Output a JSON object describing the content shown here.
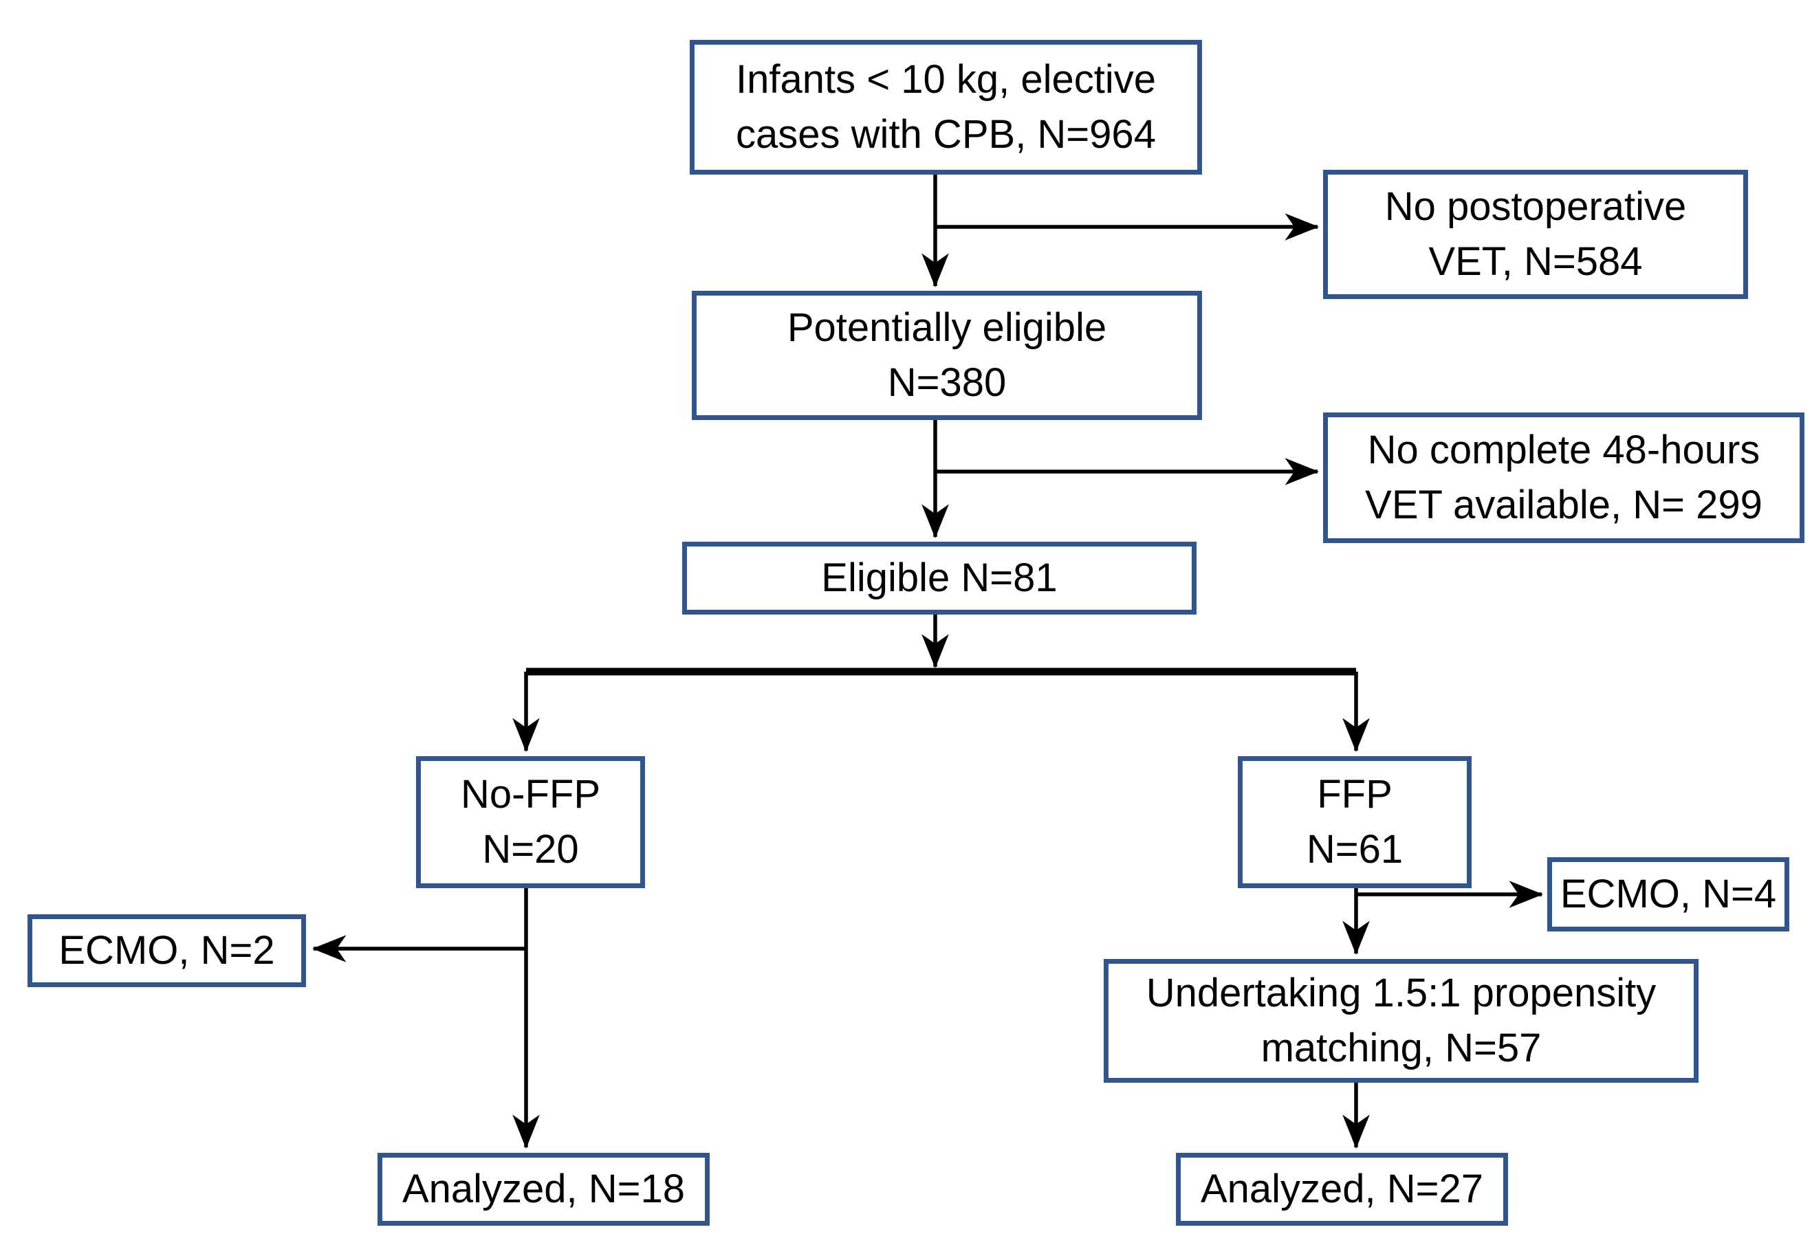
{
  "diagram": {
    "type": "flowchart",
    "description": "Patient selection flow diagram",
    "colors": {
      "box_border": "#31558F",
      "box_fill": "#FFFFFF",
      "arrow": "#000000",
      "text": "#000000",
      "background": "#FFFFFF"
    },
    "nodes": {
      "infants": {
        "line1": "Infants < 10 kg, elective",
        "line2": "cases with CPB, N=964"
      },
      "no_postop_vet": {
        "line1": "No postoperative",
        "line2": "VET, N=584"
      },
      "potentially_eligible": {
        "line1": "Potentially eligible",
        "line2": "N=380"
      },
      "no_complete_vet": {
        "line1": "No complete 48-hours",
        "line2": "VET available, N= 299"
      },
      "eligible": {
        "line1": "Eligible N=81"
      },
      "no_ffp": {
        "line1": "No-FFP",
        "line2": "N=20"
      },
      "ffp": {
        "line1": "FFP",
        "line2": "N=61"
      },
      "ecmo_no_ffp": {
        "line1": "ECMO, N=2"
      },
      "ecmo_ffp": {
        "line1": "ECMO, N=4"
      },
      "propensity": {
        "line1": "Undertaking 1.5:1 propensity",
        "line2": "matching, N=57"
      },
      "analyzed_no_ffp": {
        "line1": "Analyzed, N=18"
      },
      "analyzed_ffp": {
        "line1": "Analyzed, N=27"
      }
    },
    "edges": [
      {
        "from": "infants",
        "to": "no_postop_vet"
      },
      {
        "from": "infants",
        "to": "potentially_eligible"
      },
      {
        "from": "potentially_eligible",
        "to": "no_complete_vet"
      },
      {
        "from": "potentially_eligible",
        "to": "eligible"
      },
      {
        "from": "eligible",
        "to": "no_ffp"
      },
      {
        "from": "eligible",
        "to": "ffp"
      },
      {
        "from": "no_ffp",
        "to": "ecmo_no_ffp"
      },
      {
        "from": "no_ffp",
        "to": "analyzed_no_ffp"
      },
      {
        "from": "ffp",
        "to": "ecmo_ffp"
      },
      {
        "from": "ffp",
        "to": "propensity"
      },
      {
        "from": "propensity",
        "to": "analyzed_ffp"
      }
    ]
  }
}
